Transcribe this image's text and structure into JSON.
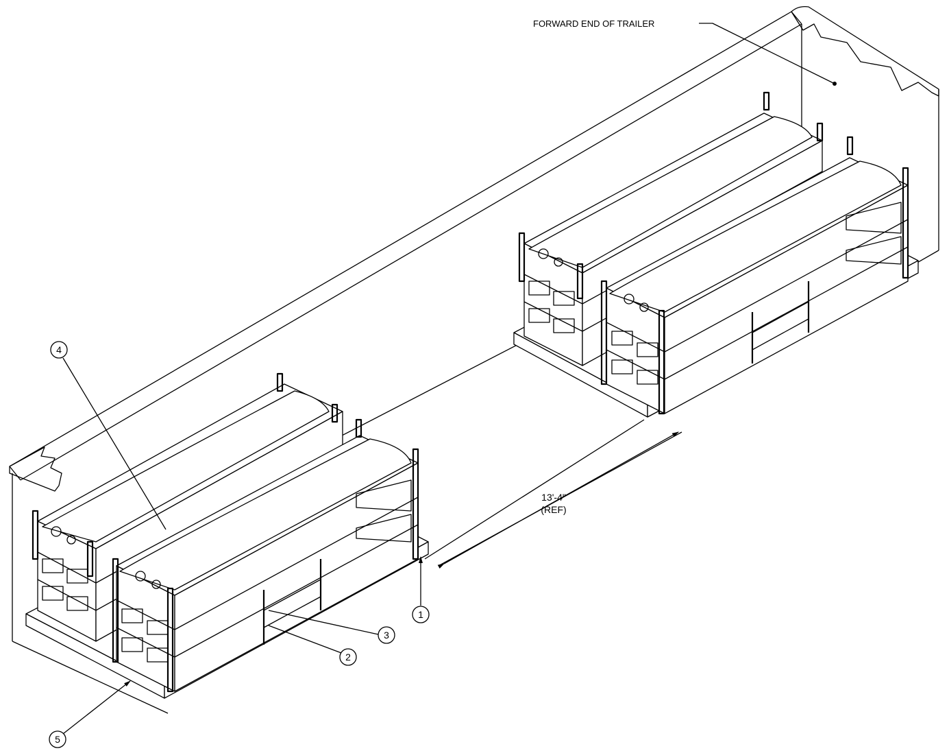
{
  "labels": {
    "forward_end": "FORWARD END OF TRAILER",
    "dimension_value": "13'-4\"",
    "dimension_ref": "(REF)"
  },
  "callouts": [
    "1",
    "2",
    "3",
    "4",
    "5"
  ]
}
